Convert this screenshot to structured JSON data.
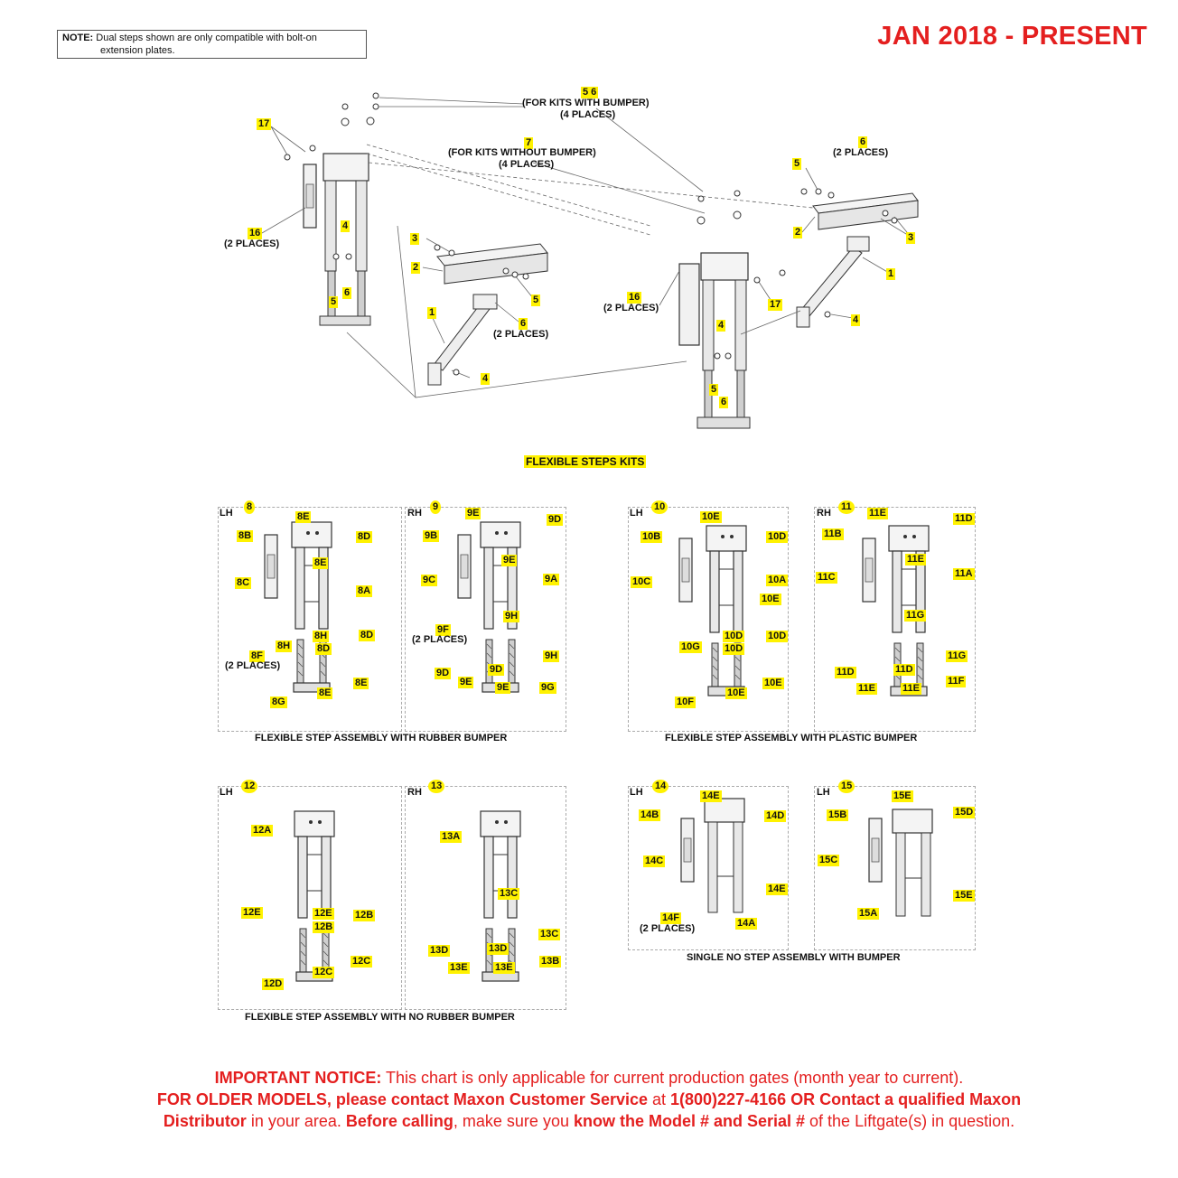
{
  "note": {
    "label": "NOTE:",
    "line1": "Dual steps shown are only compatible with bolt-on",
    "line2": "extension plates."
  },
  "range": "JAN 2018 - PRESENT",
  "kit_title": "FLEXIBLE STEPS KITS",
  "top_callouts": {
    "c56": "5  6",
    "with_bumper": "(FOR KITS WITH BUMPER)",
    "with_bumper_places": "(4 PLACES)",
    "c7": "7",
    "without_bumper": "(FOR KITS WITHOUT BUMPER)",
    "without_bumper_places": "(4 PLACES)",
    "c17a": "17",
    "c16a": "16",
    "places16a": "(2 PLACES)",
    "c4a": "4",
    "c5a": "5",
    "c6a": "6",
    "c3a": "3",
    "c2a": "2",
    "c5b": "5",
    "c1a": "1",
    "c6b": "6",
    "places6b": "(2 PLACES)",
    "c4b": "4",
    "c6c": "6",
    "places6c": "(2 PLACES)",
    "c5c": "5",
    "c2b": "2",
    "c3b": "3",
    "c1b": "1",
    "c4c": "4",
    "c16b": "16",
    "places16b": "(2 PLACES)",
    "c17b": "17",
    "c4d": "4",
    "c5d": "5",
    "c6d": "6"
  },
  "panels": {
    "p8": {
      "side": "LH",
      "num": "8",
      "labels": [
        "8E",
        "8B",
        "8D",
        "8E",
        "8C",
        "8A",
        "8F",
        "(2 PLACES)",
        "8H",
        "8H",
        "8D",
        "8D",
        "8G",
        "8E",
        "8E"
      ]
    },
    "p9": {
      "side": "RH",
      "num": "9",
      "labels": [
        "9E",
        "9D",
        "9B",
        "9E",
        "9A",
        "9C",
        "9H",
        "9F",
        "(2 PLACES)",
        "9H",
        "9D",
        "9E",
        "9D",
        "9E",
        "9G"
      ]
    },
    "p10": {
      "side": "LH",
      "num": "10",
      "labels": [
        "10E",
        "10B",
        "10D",
        "10C",
        "10A",
        "10E",
        "10G",
        "10D",
        "10D",
        "10D",
        "10E",
        "10F",
        "10E"
      ]
    },
    "p11": {
      "side": "RH",
      "num": "11",
      "labels": [
        "11E",
        "11D",
        "11B",
        "11E",
        "11C",
        "11A",
        "11G",
        "11G",
        "11D",
        "11D",
        "11E",
        "11E",
        "11F"
      ]
    },
    "p12": {
      "side": "LH",
      "num": "12",
      "labels": [
        "12A",
        "12E",
        "12E",
        "12B",
        "12B",
        "12C",
        "12C",
        "12D"
      ]
    },
    "p13": {
      "side": "RH",
      "num": "13",
      "labels": [
        "13A",
        "13C",
        "13C",
        "13D",
        "13D",
        "13E",
        "13E",
        "13B"
      ]
    },
    "p14": {
      "side": "LH",
      "num": "14",
      "labels": [
        "14E",
        "14B",
        "14D",
        "14C",
        "14E",
        "14F",
        "(2 PLACES)",
        "14A"
      ]
    },
    "p15": {
      "side": "LH",
      "num": "15",
      "labels": [
        "15E",
        "15B",
        "15D",
        "15C",
        "15E",
        "15A"
      ]
    }
  },
  "captions": {
    "rubber": "FLEXIBLE STEP ASSEMBLY WITH RUBBER BUMPER",
    "plastic": "FLEXIBLE STEP ASSEMBLY WITH PLASTIC BUMPER",
    "no_rubber": "FLEXIBLE STEP ASSEMBLY WITH NO RUBBER BUMPER",
    "single": "SINGLE NO STEP ASSEMBLY WITH BUMPER"
  },
  "notice": {
    "a_bold": "IMPORTANT NOTICE:",
    "a_rest": " This chart is only applicable for current production gates (month year to current).",
    "b_bold": "FOR OLDER MODELS, please contact Maxon Customer Service",
    "b_mid": " at ",
    "b_bold2": "1(800)227-4166 OR Contact a qualified Maxon",
    "c_bold": "Distributor",
    "c_mid": " in your area. ",
    "c_bold2": "Before calling",
    "c_mid2": ", make sure you ",
    "c_bold3": "know the Model # and Serial #",
    "c_rest": " of the Liftgate(s) in question."
  },
  "colors": {
    "accent_red": "#e41f1f",
    "highlight_yellow": "#fff200"
  }
}
